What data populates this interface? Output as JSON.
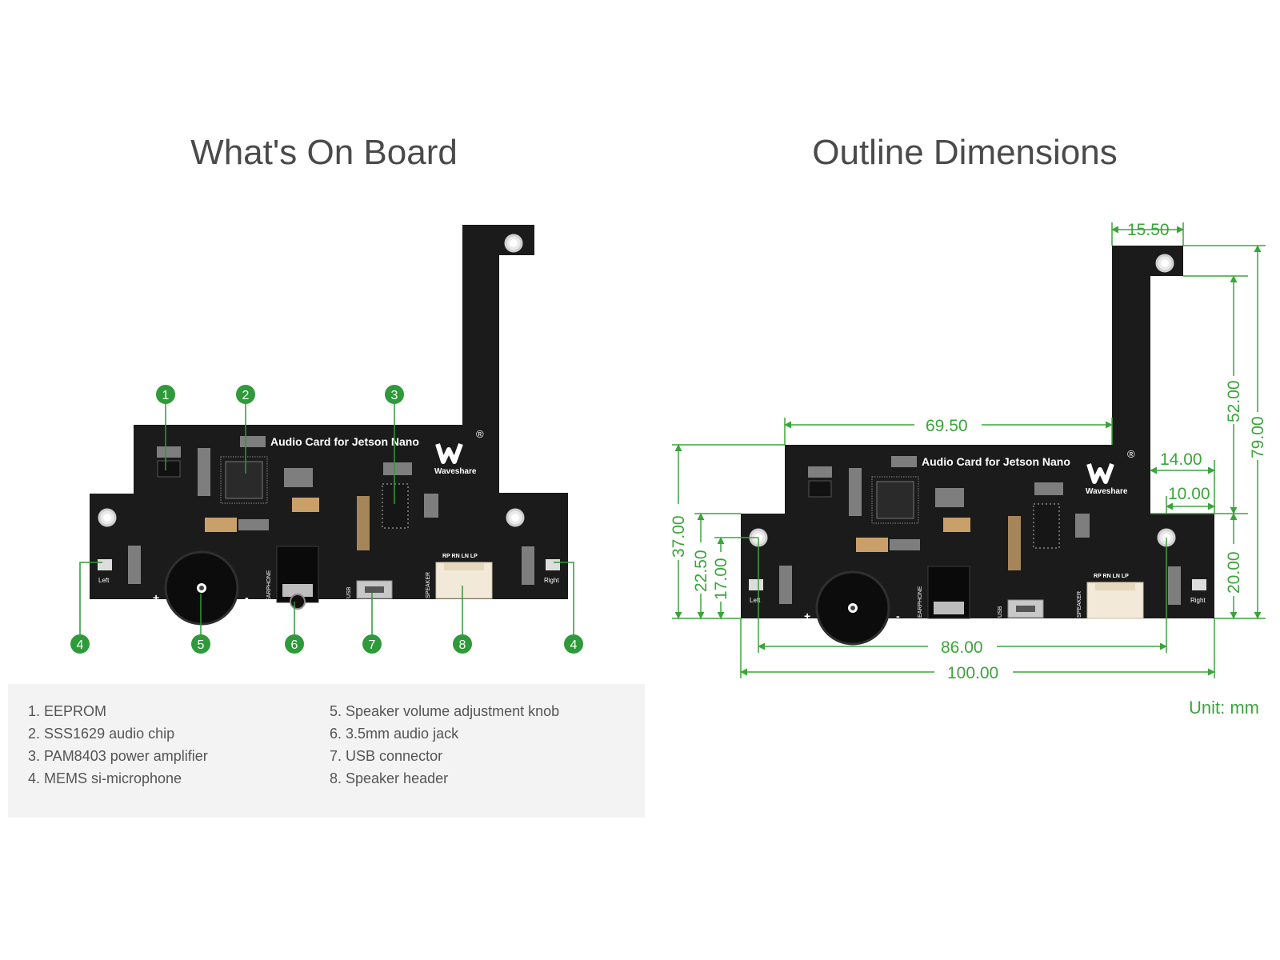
{
  "titles": {
    "left": "What's On Board",
    "right": "Outline Dimensions"
  },
  "board": {
    "name": "Audio Card for Jetson Nano",
    "brand": "Waveshare",
    "registered_mark": "®",
    "labels": {
      "left": "Left",
      "right": "Right",
      "earphone": "EARPHONE",
      "usb": "USB",
      "speaker": "SPEAKER",
      "pins": "RP RN LN LP",
      "plus": "+",
      "minus": "-"
    }
  },
  "callouts": [
    "1",
    "2",
    "3",
    "4",
    "5",
    "6",
    "7",
    "8"
  ],
  "legend": {
    "items": [
      "1. EEPROM",
      "2. SSS1629 audio chip",
      "3. PAM8403 power amplifier",
      "4. MEMS si-microphone",
      "5. Speaker volume adjustment knob",
      "6. 3.5mm audio jack",
      "7. USB connector",
      "8. Speaker header"
    ]
  },
  "dimensions": {
    "d15_50": "15.50",
    "d69_50": "69.50",
    "d14_00": "14.00",
    "d10_00": "10.00",
    "d52_00": "52.00",
    "d79_00": "79.00",
    "d20_00": "20.00",
    "d37_00": "37.00",
    "d22_50": "22.50",
    "d17_00": "17.00",
    "d86_00": "86.00",
    "d100_00": "100.00"
  },
  "unit": "Unit: mm",
  "colors": {
    "board": "#1b1b1b",
    "accent_green": "#3aa53a",
    "callout_green": "#2e9a3a",
    "title_gray": "#4a4a4a",
    "legend_bg": "#f3f3f3"
  }
}
